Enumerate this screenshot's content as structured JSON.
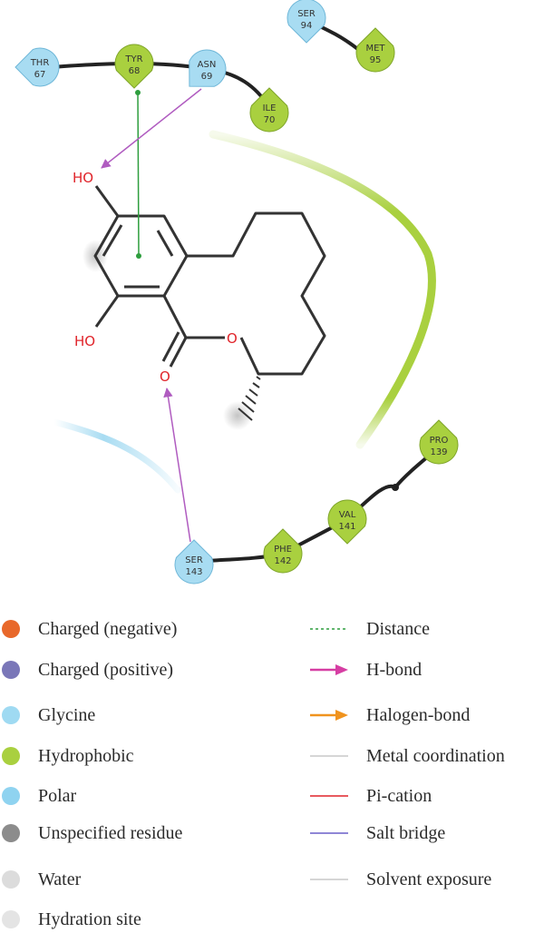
{
  "residues": [
    {
      "id": "thr67",
      "name": "THR",
      "num": "67",
      "type": "polar"
    },
    {
      "id": "tyr68",
      "name": "TYR",
      "num": "68",
      "type": "hydrophobic"
    },
    {
      "id": "asn69",
      "name": "ASN",
      "num": "69",
      "type": "polar"
    },
    {
      "id": "ile70",
      "name": "ILE",
      "num": "70",
      "type": "hydrophobic"
    },
    {
      "id": "ser94",
      "name": "SER",
      "num": "94",
      "type": "polar"
    },
    {
      "id": "met95",
      "name": "MET",
      "num": "95",
      "type": "hydrophobic"
    },
    {
      "id": "pro139",
      "name": "PRO",
      "num": "139",
      "type": "hydrophobic"
    },
    {
      "id": "val141",
      "name": "VAL",
      "num": "141",
      "type": "hydrophobic"
    },
    {
      "id": "phe142",
      "name": "PHE",
      "num": "142",
      "type": "hydrophobic"
    },
    {
      "id": "ser143",
      "name": "SER",
      "num": "143",
      "type": "polar"
    }
  ],
  "atoms": {
    "ho_top": "HO",
    "ho_bottom": "HO",
    "ring_o": "O",
    "carbonyl_o": "O"
  },
  "colors": {
    "polar": "#a8dcf2",
    "hydrophobic": "#a9d03f",
    "hbond": "#b05cc0",
    "distance": "#2e9e3e",
    "bond": "#333333",
    "oxygen": "#e0242a"
  },
  "legend": {
    "left": [
      {
        "label": "Charged (negative)",
        "color": "#e8682a"
      },
      {
        "label": "Charged (positive)",
        "color": "#7a77b8"
      },
      {
        "label": "Glycine",
        "color": "#9fdaf2"
      },
      {
        "label": "Hydrophobic",
        "color": "#a9d03f"
      },
      {
        "label": "Polar",
        "color": "#8fd3f0"
      },
      {
        "label": "Unspecified residue",
        "color": "#8c8c8c"
      },
      {
        "label": "Water",
        "color": "#dcdcdc"
      },
      {
        "label": "Hydration site",
        "color": "#e4e4e4"
      }
    ],
    "right": [
      {
        "label": "Distance",
        "color": "#2e9e3e",
        "style": "dotted"
      },
      {
        "label": "H-bond",
        "color": "#d63ea3",
        "style": "arrow"
      },
      {
        "label": "Halogen-bond",
        "color": "#f0931e",
        "style": "arrow"
      },
      {
        "label": "Metal coordination",
        "color": "#c8c8c8",
        "style": "solid"
      },
      {
        "label": "Pi-cation",
        "color": "#e0242a",
        "style": "solid"
      },
      {
        "label": "Salt bridge",
        "color": "#6a5fc8",
        "style": "solid"
      },
      {
        "label": "Solvent exposure",
        "color": "#c8c8c8",
        "style": "solid"
      }
    ]
  }
}
